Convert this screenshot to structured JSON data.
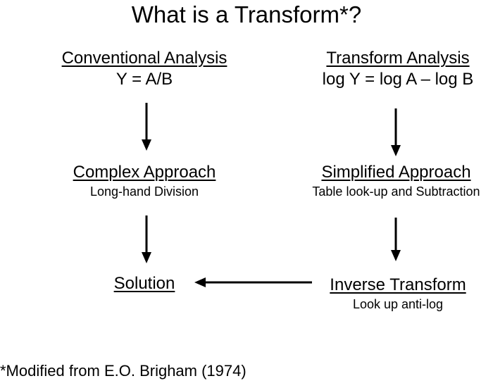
{
  "title": "What is a Transform*?",
  "nodes": {
    "conventional": {
      "heading": "Conventional Analysis",
      "detail": "Y = A/B"
    },
    "transform": {
      "heading": "Transform Analysis",
      "detail": "log Y = log A – log B"
    },
    "complex": {
      "heading": "Complex Approach",
      "detail": "Long-hand Division"
    },
    "simplified": {
      "heading": "Simplified Approach",
      "detail": "Table look-up and Subtraction"
    },
    "solution": {
      "heading": "Solution"
    },
    "inverse": {
      "heading": "Inverse Transform",
      "detail": "Look up anti-log"
    }
  },
  "footnote": "*Modified from E.O. Brigham (1974)"
}
